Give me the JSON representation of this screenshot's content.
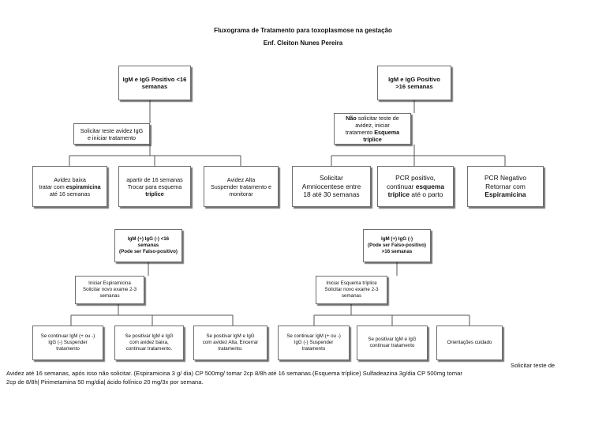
{
  "header": {
    "title": "Fluxograma de Tratamento para toxoplasmose na gestação",
    "author": "Enf. Cleiton Nunes Pereira"
  },
  "section1": {
    "root": {
      "line1": "IgM e IgG Positivo <16",
      "line2": "semanas"
    },
    "action": {
      "line1": "Solicitar teste avidez IgG",
      "line2": "e iniciar tratamento"
    },
    "leaf_low": {
      "line1": "Avidez baixa",
      "line2_pre": "tratar com ",
      "line2_bold": "espiramicina",
      "line3": "até 16 semanas"
    },
    "leaf_switch": {
      "line1": "apartir de 16 semanas",
      "line2": "Trocar para esquema",
      "line3_bold": "tríplice"
    },
    "leaf_high": {
      "line1": "Avidez Alta",
      "line2": "Suspender tratamento e",
      "line3": "monitorar"
    }
  },
  "section2": {
    "root": {
      "line1": "IgM e IgG Positivo",
      "line2": ">16 semanas"
    },
    "action": {
      "line1_bold": "Não",
      "line1_rest": " solicitar teste de",
      "line2": "avidez, iniciar",
      "line3_pre": "tratamento ",
      "line3_bold": "Esquema",
      "line4_bold": "tríplice"
    },
    "leaf_amnio": {
      "line1": "Solicitar",
      "line2": "Amniocentese entre",
      "line3": "18 até 30 semanas"
    },
    "leaf_pcr_pos": {
      "line1": "PCR positivo,",
      "line2_pre": "continuar ",
      "line2_bold": "esquema",
      "line3_bold": "tríplice",
      "line3_rest": " até o parto"
    },
    "leaf_pcr_neg": {
      "line1": "PCR Negativo",
      "line2": "Retornar com",
      "line3_bold": "Espiramicina"
    }
  },
  "section3": {
    "root": {
      "line1": "IgM (+) IgG (-) <16",
      "line2": "semanas",
      "line3": "(Pode ser Falso-positivo)"
    },
    "action": {
      "line1": "Iniciar Espiramicina",
      "line2": "Solicitar novo exame 2-3",
      "line3": "semanas"
    },
    "leaf_continue": {
      "line1": "Se continuar IgM (+ ou -)",
      "line2": "IgG (-) Suspender",
      "line3": "tratamento"
    },
    "leaf_low": {
      "line1": "Se positivar IgM e IgG",
      "line2": "com avidez baixa,",
      "line3": "continuar tratamento."
    },
    "leaf_high": {
      "line1": "Se positivar IgM e IgG",
      "line2": "com avidez Alta, Encerrar",
      "line3": "tratamento."
    }
  },
  "section4": {
    "root": {
      "line1": "IgM (+) IgG (-)",
      "line2": "(Pode ser Falso-positivo)",
      "line3": ">16 semanas"
    },
    "action": {
      "line1": "Iniciar Esquema tríplice",
      "line2": "Solicitar novo exame 2-3",
      "line3": "semanas"
    },
    "leaf_continue": {
      "line1": "Se continuar IgM (+ ou -)",
      "line2": "IgG (-) Suspender",
      "line3": "tratamento"
    },
    "leaf_positive": {
      "line1": "Se positivar IgM e IgG",
      "line2": "continuar tratamento"
    },
    "leaf_guidance": {
      "line1": "Orientações cuidado"
    }
  },
  "footnote": {
    "line1": "Solicitar teste de",
    "line2": "Avidez até 16 semanas, após isso não solicitar. (Espiramicina 3 g/ dia)  CP 500mg/ tomar 2cp 8/8h até 16 semanas.(Esquema tríplice) Sulfadeazina 3g/dia CP 500mg tomar",
    "line3": "2cp de 8/8h| Pirimetamina 50 mg/dia| ácido folínico 20 mg/3x por semana."
  }
}
